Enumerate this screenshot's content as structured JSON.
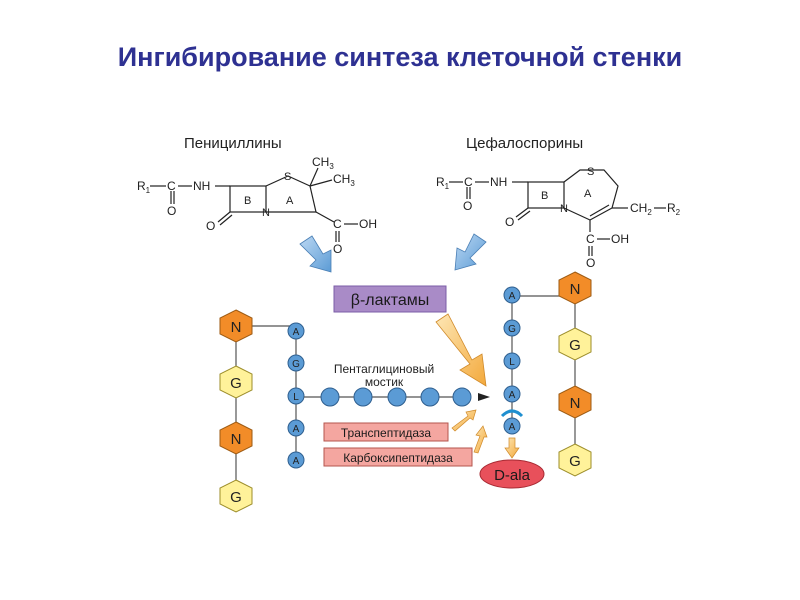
{
  "slide": {
    "title": "Ингибирование синтеза клеточной стенки"
  },
  "penicillins": {
    "label": "Пенициллины",
    "r1": "R",
    "r1_sub": "1",
    "c": "C",
    "nh": "NH",
    "o": "O",
    "ring_b": "B",
    "ring_a": "A",
    "s": "S",
    "n": "N",
    "ch3_top": "CH",
    "ch3_top_sub": "3",
    "ch3_right": "CH",
    "ch3_right_sub": "3",
    "cooh_c": "C",
    "cooh_oh": "OH",
    "cooh_o": "O",
    "lactam_o": "O"
  },
  "cephalosporins": {
    "label": "Цефалоспорины",
    "r1": "R",
    "r1_sub": "1",
    "c": "C",
    "nh": "NH",
    "o": "O",
    "ring_b": "B",
    "ring_a": "A",
    "s": "S",
    "n": "N",
    "side_chain": "CH",
    "side_chain_sub": "2",
    "r2": "R",
    "r2_sub": "2",
    "cooh_c": "C",
    "cooh_oh": "OH",
    "cooh_o": "O",
    "lactam_o": "O"
  },
  "beta_lactams_label": "β-лактамы",
  "pentaglycine_label_line1": "Пентаглициновый",
  "pentaglycine_label_line2": "мостик",
  "transpeptidase_label": "Транспептидаза",
  "carboxypeptidase_label": "Карбоксипептидаза",
  "d_ala_label": "D-ala",
  "left_chain": {
    "sugars": [
      "N",
      "G",
      "N",
      "G"
    ],
    "peptides": [
      "A",
      "G",
      "L",
      "A",
      "A"
    ]
  },
  "right_chain": {
    "sugars": [
      "N",
      "G",
      "N",
      "G"
    ],
    "peptides": [
      "A",
      "G",
      "L",
      "A",
      "A"
    ]
  },
  "colors": {
    "title": "#2e3192",
    "n_sugar": "#f28c28",
    "g_sugar": "#fff29a",
    "peptide": "#5b9bd5",
    "beta_lactam_box": "#a98bc7",
    "enzyme_box": "#f4a6a0",
    "d_ala": "#e8505b",
    "arrow_blue": "#6fa8dc",
    "arrow_orange": "#f6c56b"
  }
}
